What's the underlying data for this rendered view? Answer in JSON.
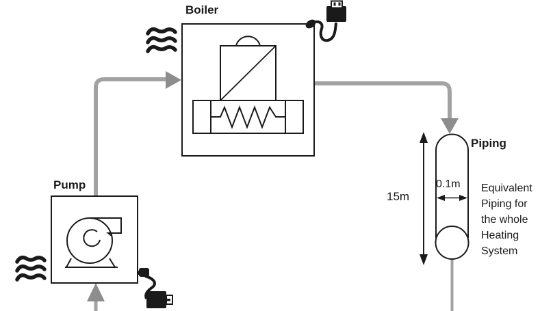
{
  "diagram": {
    "labels": {
      "boiler": "Boiler",
      "pump": "Pump",
      "piping": "Piping"
    },
    "dimensions": {
      "length": "15m",
      "diameter": "0.1m"
    },
    "note": "Equivalent\nPiping for\nthe whole\nHeating\nSystem",
    "colors": {
      "ink": "#1a1a1a",
      "pipe_gray": "#a2a2a2",
      "arrow_gray": "#8d8d8d"
    }
  }
}
